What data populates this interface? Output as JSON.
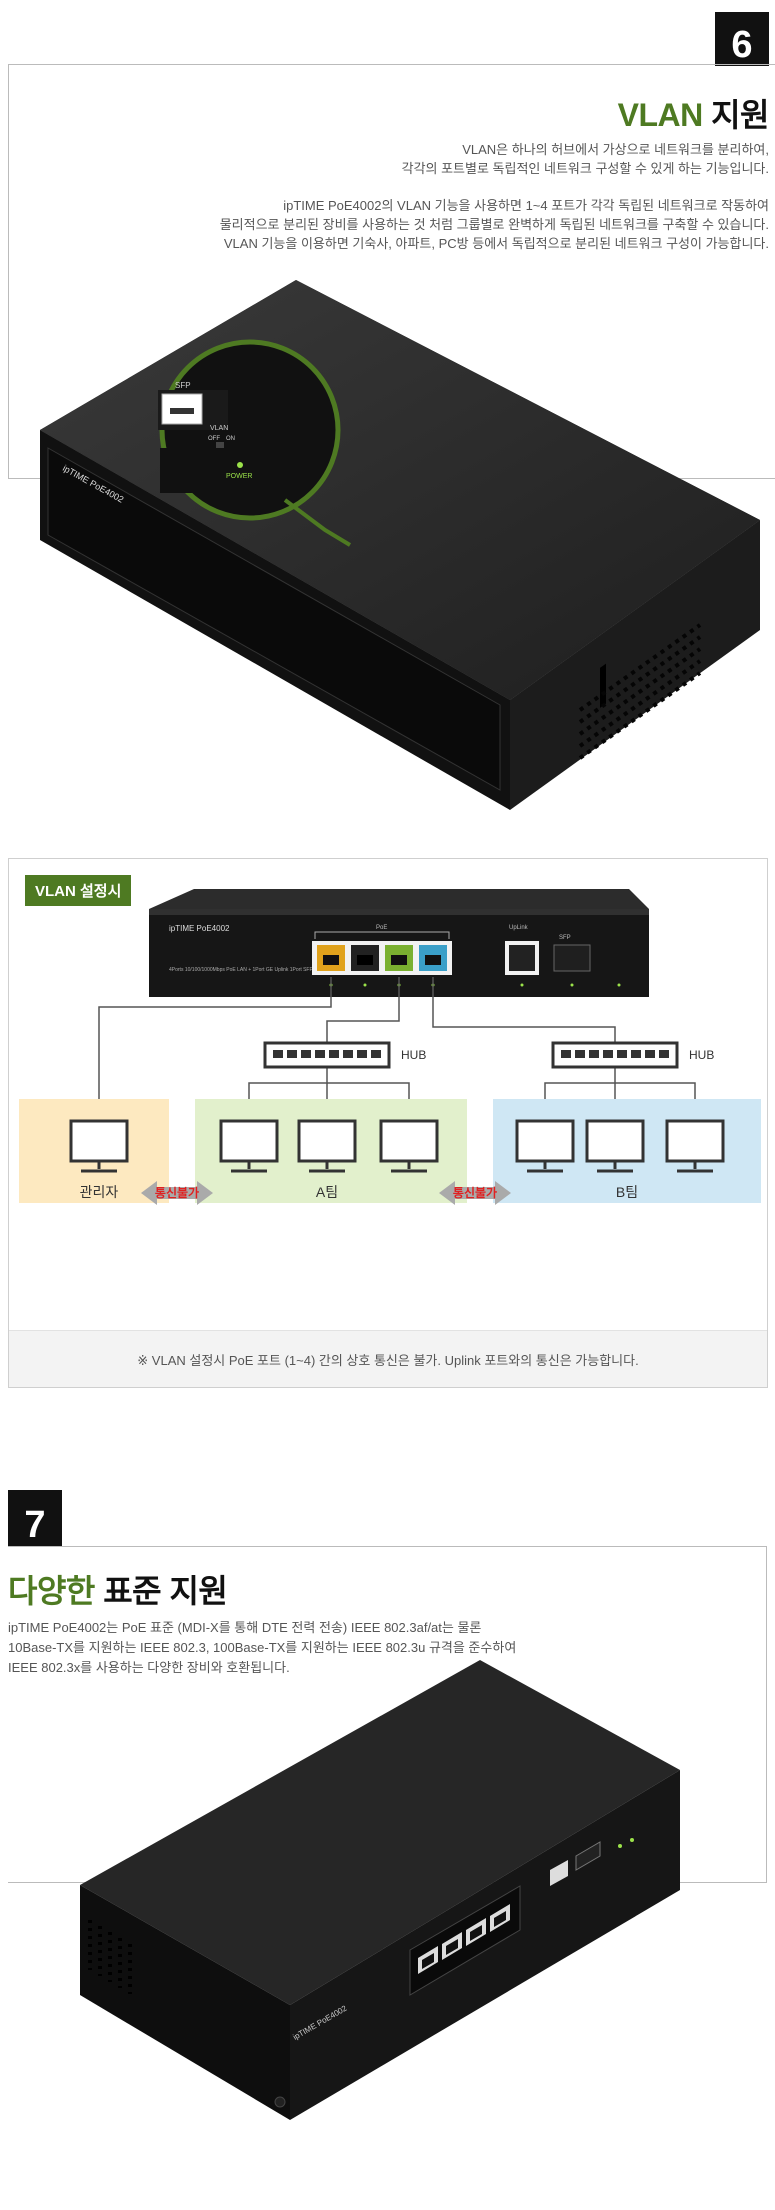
{
  "section6": {
    "number": "6",
    "title_accent": "VLAN",
    "title_rest": " 지원",
    "paragraphs": [
      "VLAN은 하나의 허브에서 가상으로 네트워크를 분리하여,",
      "각각의 포트별로 독립적인 네트워크 구성할 수 있게 하는 기능입니다.",
      "ipTIME PoE4002의 VLAN 기능을 사용하면 1~4 포트가 각각 독립된 네트워크로 작동하여",
      "물리적으로 분리된 장비를 사용하는 것 처럼 그룹별로 완벽하게 독립된 네트워크를 구축할 수 있습니다.",
      "VLAN 기능을 이용하면 기숙사, 아파트, PC방 등에서 독립적으로 분리된 네트워크 구성이 가능합니다."
    ],
    "device_labels": {
      "brand": "ipTIME PoE4002",
      "sfp": "SFP",
      "vlan": "VLAN",
      "off": "OFF",
      "on": "ON",
      "pwr": "POWER"
    }
  },
  "vlan_setup": {
    "tag": "VLAN 설정시",
    "device": {
      "brand": "ipTIME PoE4002",
      "poe_label": "PoE",
      "uplink_label": "UpLink",
      "sfp_label": "SFP",
      "sub_text": "4Ports 10/100/1000Mbps PoE LAN + 1Port GE Uplink 1Port SFP Switch"
    },
    "hub_label_left": "HUB",
    "hub_label_right": "HUB",
    "groups": [
      {
        "name": "관리자"
      },
      {
        "name": "A팀"
      },
      {
        "name": "B팀"
      }
    ],
    "blocked_label_1": "통신불가",
    "blocked_label_2": "통신불가",
    "note": "※  VLAN 설정시 PoE 포트 (1~4) 간의 상호 통신은 불가. Uplink 포트와의 통신은 가능합니다.",
    "colors": {
      "port1": "#e0a21c",
      "port2": "#222222",
      "port3": "#7ab030",
      "port4": "#3a9fc8",
      "group_admin": "#fde9c0",
      "group_a": "#e2f0cc",
      "group_b": "#cfe7f4",
      "blocked": "#e02020"
    }
  },
  "section7": {
    "number": "7",
    "title_accent": "다양한",
    "title_rest": " 표준 지원",
    "paragraphs": [
      "ipTIME PoE4002는 PoE 표준 (MDI-X를 통해 DTE 전력 전송) IEEE 802.3af/at는 물론",
      "10Base-TX를 지원하는 IEEE 802.3, 100Base-TX를 지원하는 IEEE 802.3u 규격을 준수하여",
      "IEEE 802.3x를 사용하는 다양한 장비와 호환됩니다."
    ],
    "device_brand": "ipTIME PoE4002"
  }
}
